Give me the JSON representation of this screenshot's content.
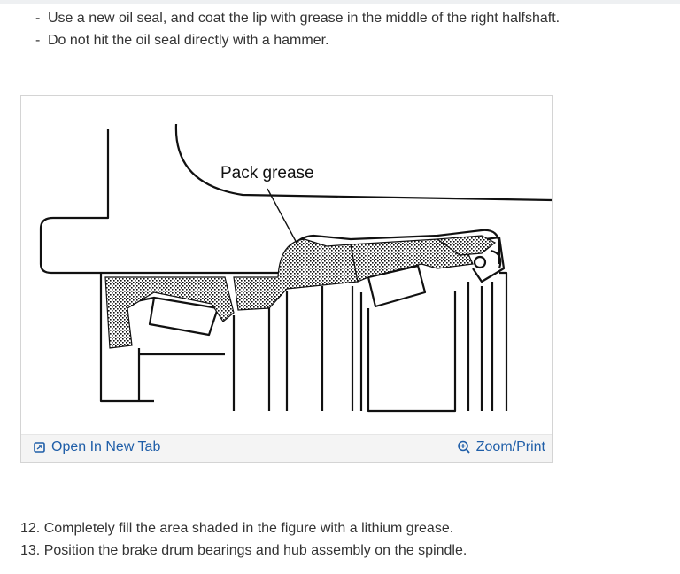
{
  "notes": {
    "lines": [
      "Use a new oil seal, and coat the lip with grease in the middle of the right halfshaft.",
      "Do not hit the oil seal directly with a hammer."
    ],
    "dash": "-"
  },
  "figure": {
    "label": "Pack grease",
    "open_label": "Open In New Tab",
    "zoom_label": "Zoom/Print"
  },
  "steps": [
    "12. Completely fill the area shaded in the figure with a lithium grease.",
    "13. Position the brake drum bearings and hub assembly on the spindle."
  ],
  "colors": {
    "link": "#1f5ea8",
    "text": "#333333"
  },
  "icons": {
    "open": "open-new-tab-icon",
    "zoom": "zoom-in-icon"
  }
}
